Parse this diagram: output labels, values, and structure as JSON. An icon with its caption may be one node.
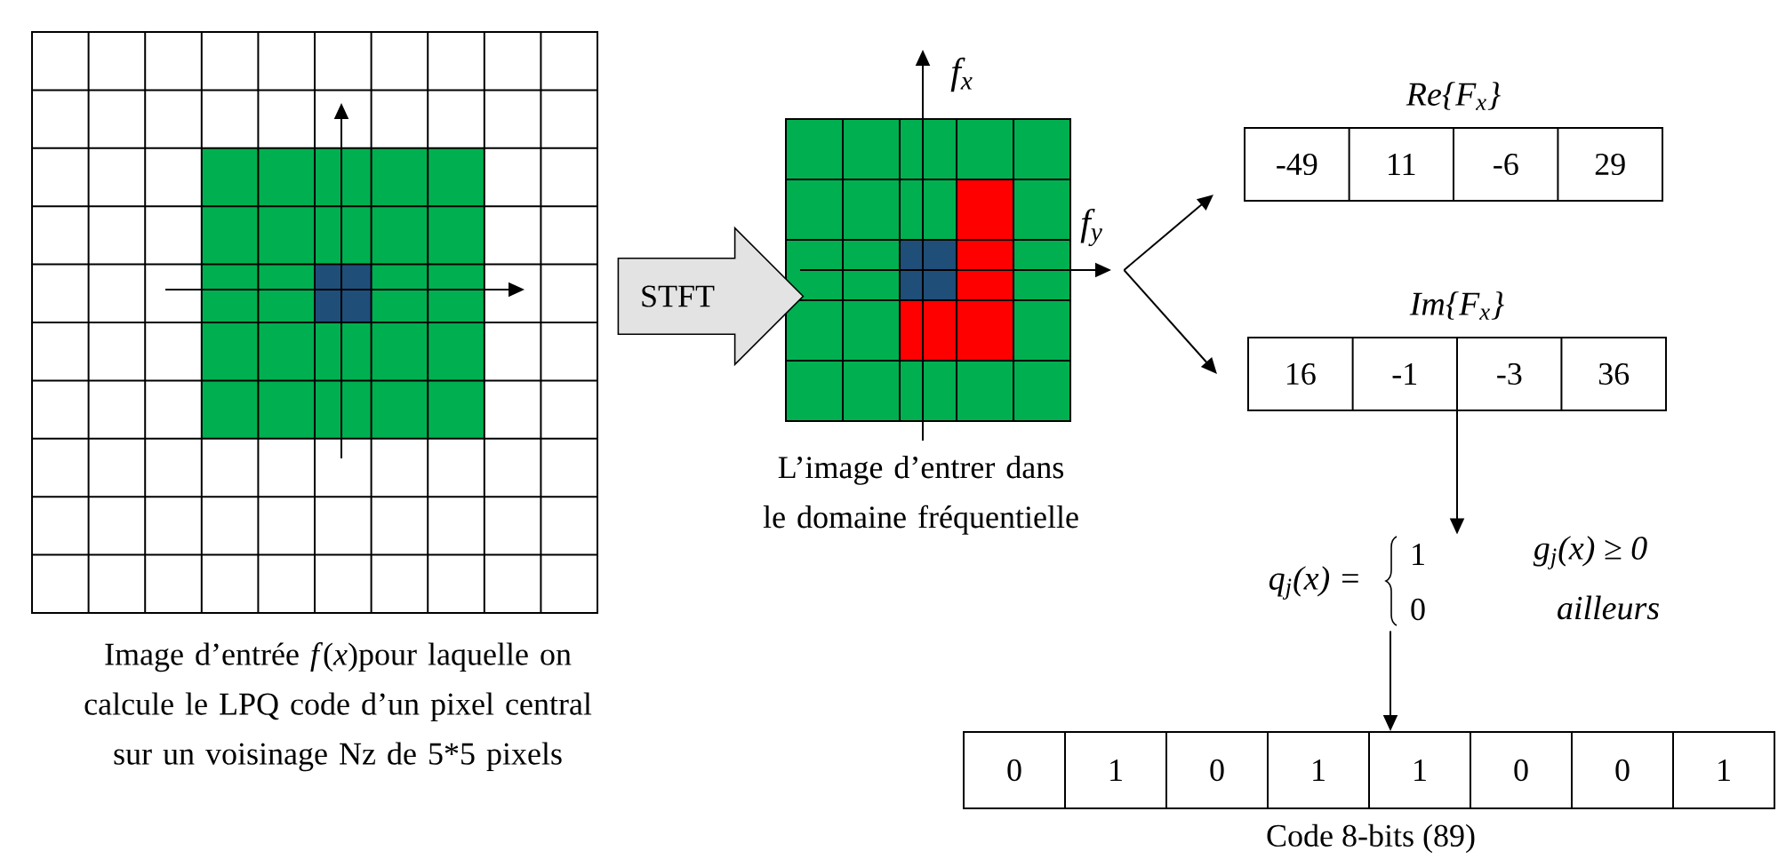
{
  "diagram": {
    "nodes": [
      {
        "text": [],
        "shape": "picture",
        "beside": [
          "Image d’entrée *f*(*x*)pour laquelle on calcule le LPQ code d’un pixel central sur un voisinage Nz de 5*5 pixels"
        ]
      },
      {
        "text": [],
        "shape": "picture",
        "beside": [
          "L’image d’entrer dans le domaine fréquentielle",
          "f$_{x}$",
          "f$_{y}$"
        ]
      },
      {
        "text": [
          "Re{F$_{x}$}",
          "-49",
          "11",
          "-6",
          "29"
        ]
      },
      {
        "text": [
          "Im{F$_{x}$}",
          "16",
          "-1",
          "-3",
          "36"
        ]
      },
      {
        "text": [
          "q$_{j}$(x) =",
          "1",
          "0",
          "g$_{j}$(x) ≥ 0",
          "ailleurs"
        ]
      },
      {
        "text": [
          "0",
          "1",
          "0",
          "1",
          "1",
          "0",
          "0",
          "1"
        ],
        "beside": [
          "Code 8-bits (89)"
        ]
      }
    ],
    "edges": [
      {
        "from": 0,
        "to": 1,
        "arrow": "to",
        "label": "STFT"
      },
      {
        "from": 1,
        "to": 2,
        "arrow": "to"
      },
      {
        "from": 1,
        "to": 3,
        "arrow": "to"
      },
      {
        "from": 3,
        "to": 4,
        "arrow": "to"
      },
      {
        "from": 4,
        "to": 5,
        "arrow": "to"
      }
    ]
  }
}
